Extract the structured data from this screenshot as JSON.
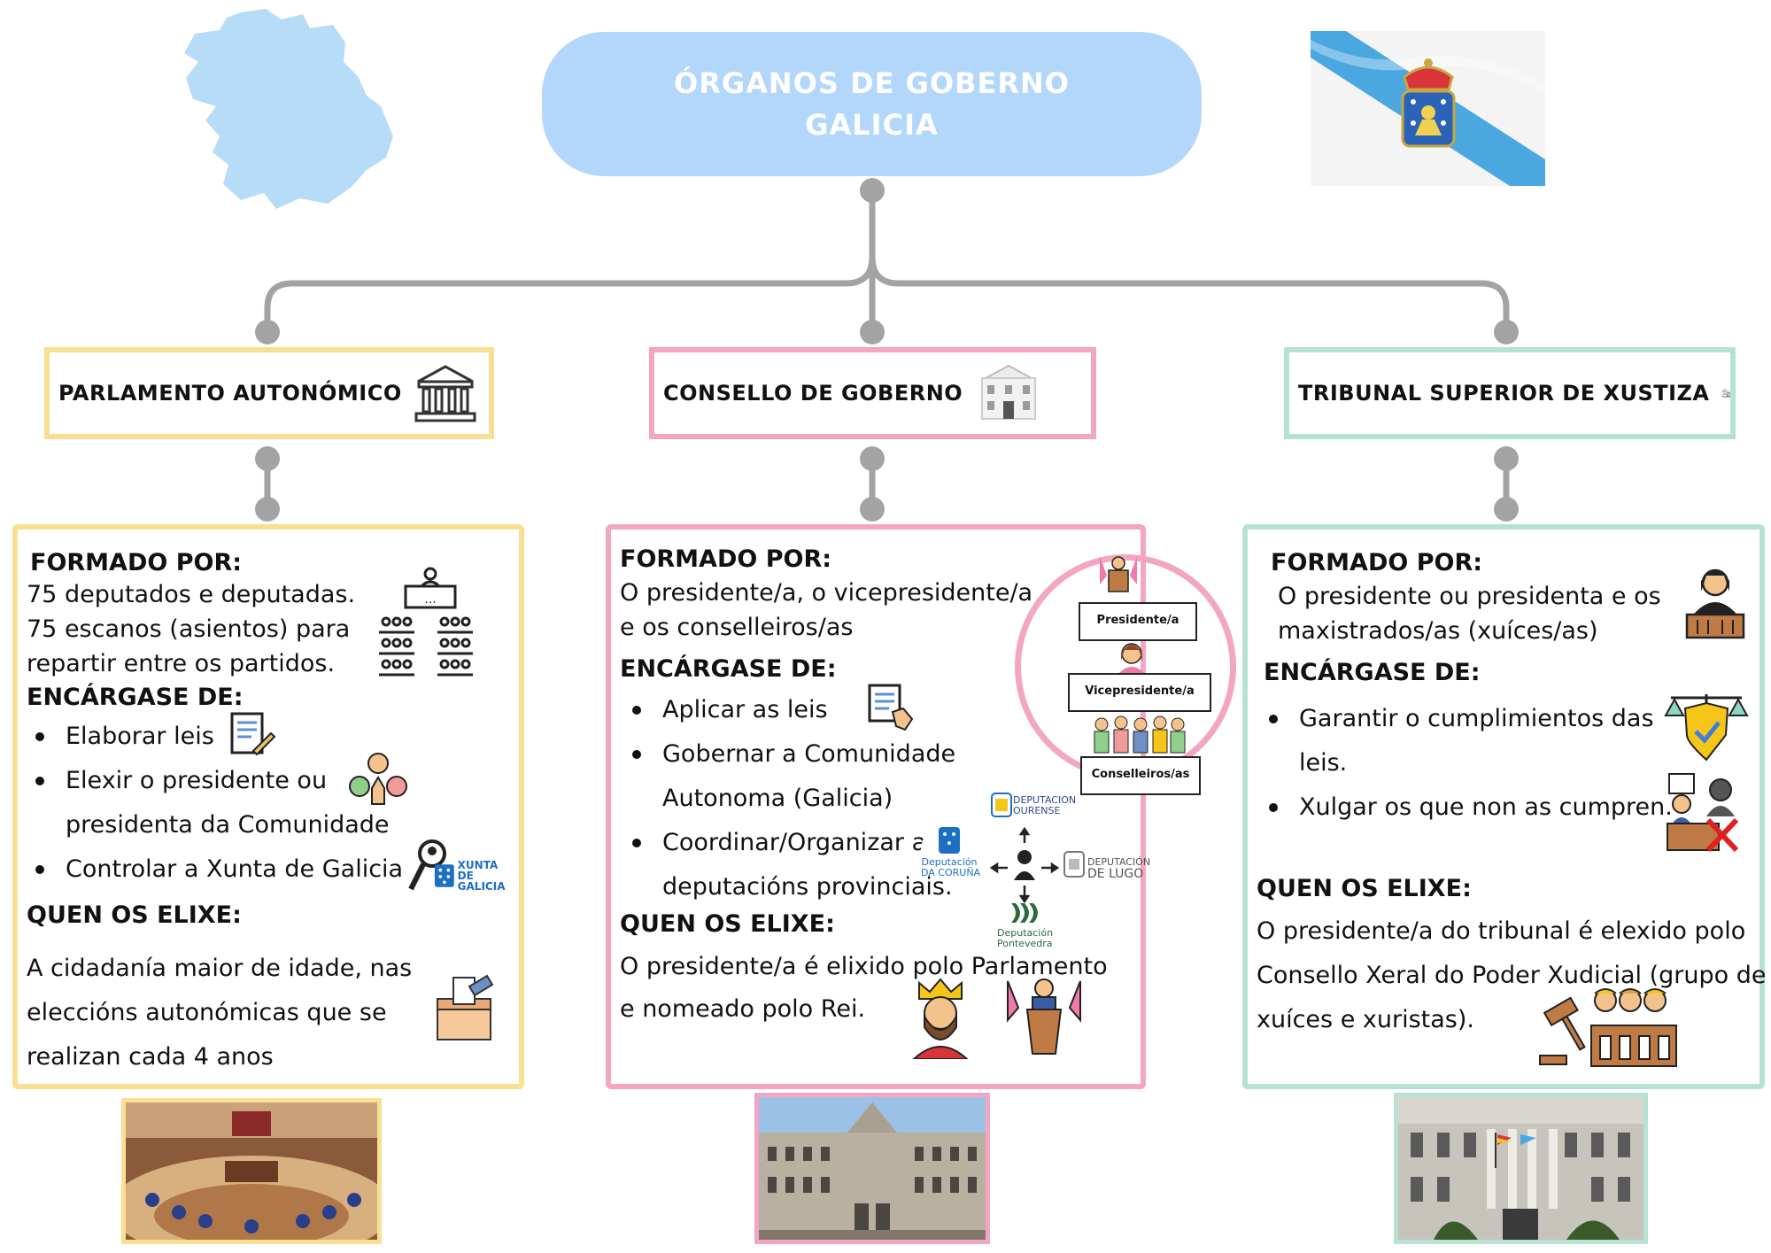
{
  "title": {
    "line1": "ÓRGANOS DE GOBERNO",
    "line2": "GALICIA"
  },
  "colors": {
    "title_bg": "#b3d7fb",
    "parlamento": "#f9df92",
    "consello": "#f3a6c3",
    "tribunal": "#b7e2d2",
    "connector": "#a3a3a3",
    "map": "#b7dcf7"
  },
  "headers": {
    "parlamento": "PARLAMENTO AUTONÓMICO",
    "consello": "CONSELLO DE GOBERNO",
    "tribunal": "TRIBUNAL SUPERIOR DE XUSTIZA"
  },
  "parlamento": {
    "formado_title": "FORMADO POR:",
    "formado_lines": [
      "75 deputados e deputadas.",
      "75 escanos (asientos) para",
      "repartir entre os partidos."
    ],
    "encargase_title": "ENCÁRGASE DE:",
    "bullets": [
      "Elaborar leis",
      "Elexir o presidente ou",
      "presidenta da Comunidade",
      "Controlar a Xunta de Galicia"
    ],
    "xunta_logo": [
      "XUNTA",
      "DE GALICIA"
    ],
    "elixe_title": "QUEN OS ELIXE:",
    "elixe_lines": [
      "A cidadanía maior de idade, nas",
      "eleccións autonómicas que se",
      "realizan cada 4 anos"
    ]
  },
  "consello": {
    "formado_title": "FORMADO POR:",
    "formado_lines": [
      "O presidente/a, o vicepresidente/a",
      "e os conselleiros/as"
    ],
    "encargase_title": "ENCÁRGASE DE:",
    "bullets": [
      "Aplicar as leis",
      "Gobernar a Comunidade",
      "Autonoma (Galicia)",
      "Coordinar/Organizar as",
      "deputacións provinciais."
    ],
    "elixe_title": "QUEN OS ELIXE:",
    "elixe_lines": [
      "O presidente/a é elixido polo Parlamento",
      "e nomeado polo Rei."
    ],
    "org_chart": [
      "Presidente/a",
      "Vicepresidente/a",
      "Conselleiros/as"
    ],
    "deputacions": {
      "ourense": [
        "DEPUTACION",
        "OURENSE"
      ],
      "coruna": [
        "Deputación",
        "DA CORUÑA"
      ],
      "lugo": [
        "DEPUTACIÓN",
        "DE LUGO"
      ],
      "pontevedra": [
        "Deputación",
        "Pontevedra"
      ]
    }
  },
  "tribunal": {
    "formado_title": "FORMADO POR:",
    "formado_lines": [
      "O presidente ou presidenta e os",
      "maxistrados/as (xuíces/as)"
    ],
    "encargase_title": "ENCÁRGASE DE:",
    "bullets": [
      "Garantir o cumplimientos das",
      "leis.",
      "Xulgar os que non as cumpren."
    ],
    "elixe_title": "QUEN OS ELIXE:",
    "elixe_lines": [
      "O presidente/a do tribunal é elexido polo",
      "Consello Xeral do Poder Xudicial (grupo de",
      "xuíces e xuristas)."
    ]
  },
  "icons": [
    "galicia-map",
    "galicia-flag",
    "parliament-building-icon",
    "government-building-icon",
    "courthouse-scales-icon",
    "audience-icon",
    "law-document-icon",
    "election-people-icon",
    "magnifier-person-icon",
    "ballot-box-icon",
    "apply-law-icon",
    "king-icon",
    "podium-icon",
    "judge-icon",
    "justice-shield-icon",
    "judging-defendant-icon",
    "gavel-court-icon"
  ]
}
